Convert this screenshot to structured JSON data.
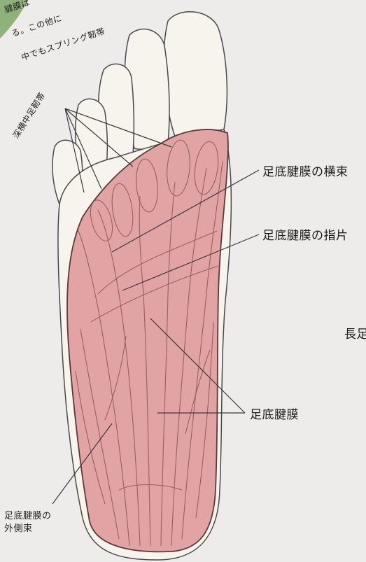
{
  "top_text": {
    "line1": "腱膜は",
    "line2": "る。この他に",
    "line3": "中でもスプリング靭帯"
  },
  "labels": {
    "deep_transverse_metatarsal_ligament": "深横中足靭帯",
    "transverse_fascicles": "足底腱膜の横束",
    "digital_slips": "足底腱膜の指片",
    "plantar_aponeurosis": "足底腱膜",
    "lateral_band_line1": "足底腱膜の",
    "lateral_band_line2": "外側束",
    "right_edge": "長足"
  },
  "colors": {
    "fascia_fill": "#e2a3a4",
    "fascia_dark": "#cf8688",
    "skin_fill": "#f7f3ed",
    "line_color": "#3a3a3a",
    "accent_green": "#8fb27a"
  }
}
